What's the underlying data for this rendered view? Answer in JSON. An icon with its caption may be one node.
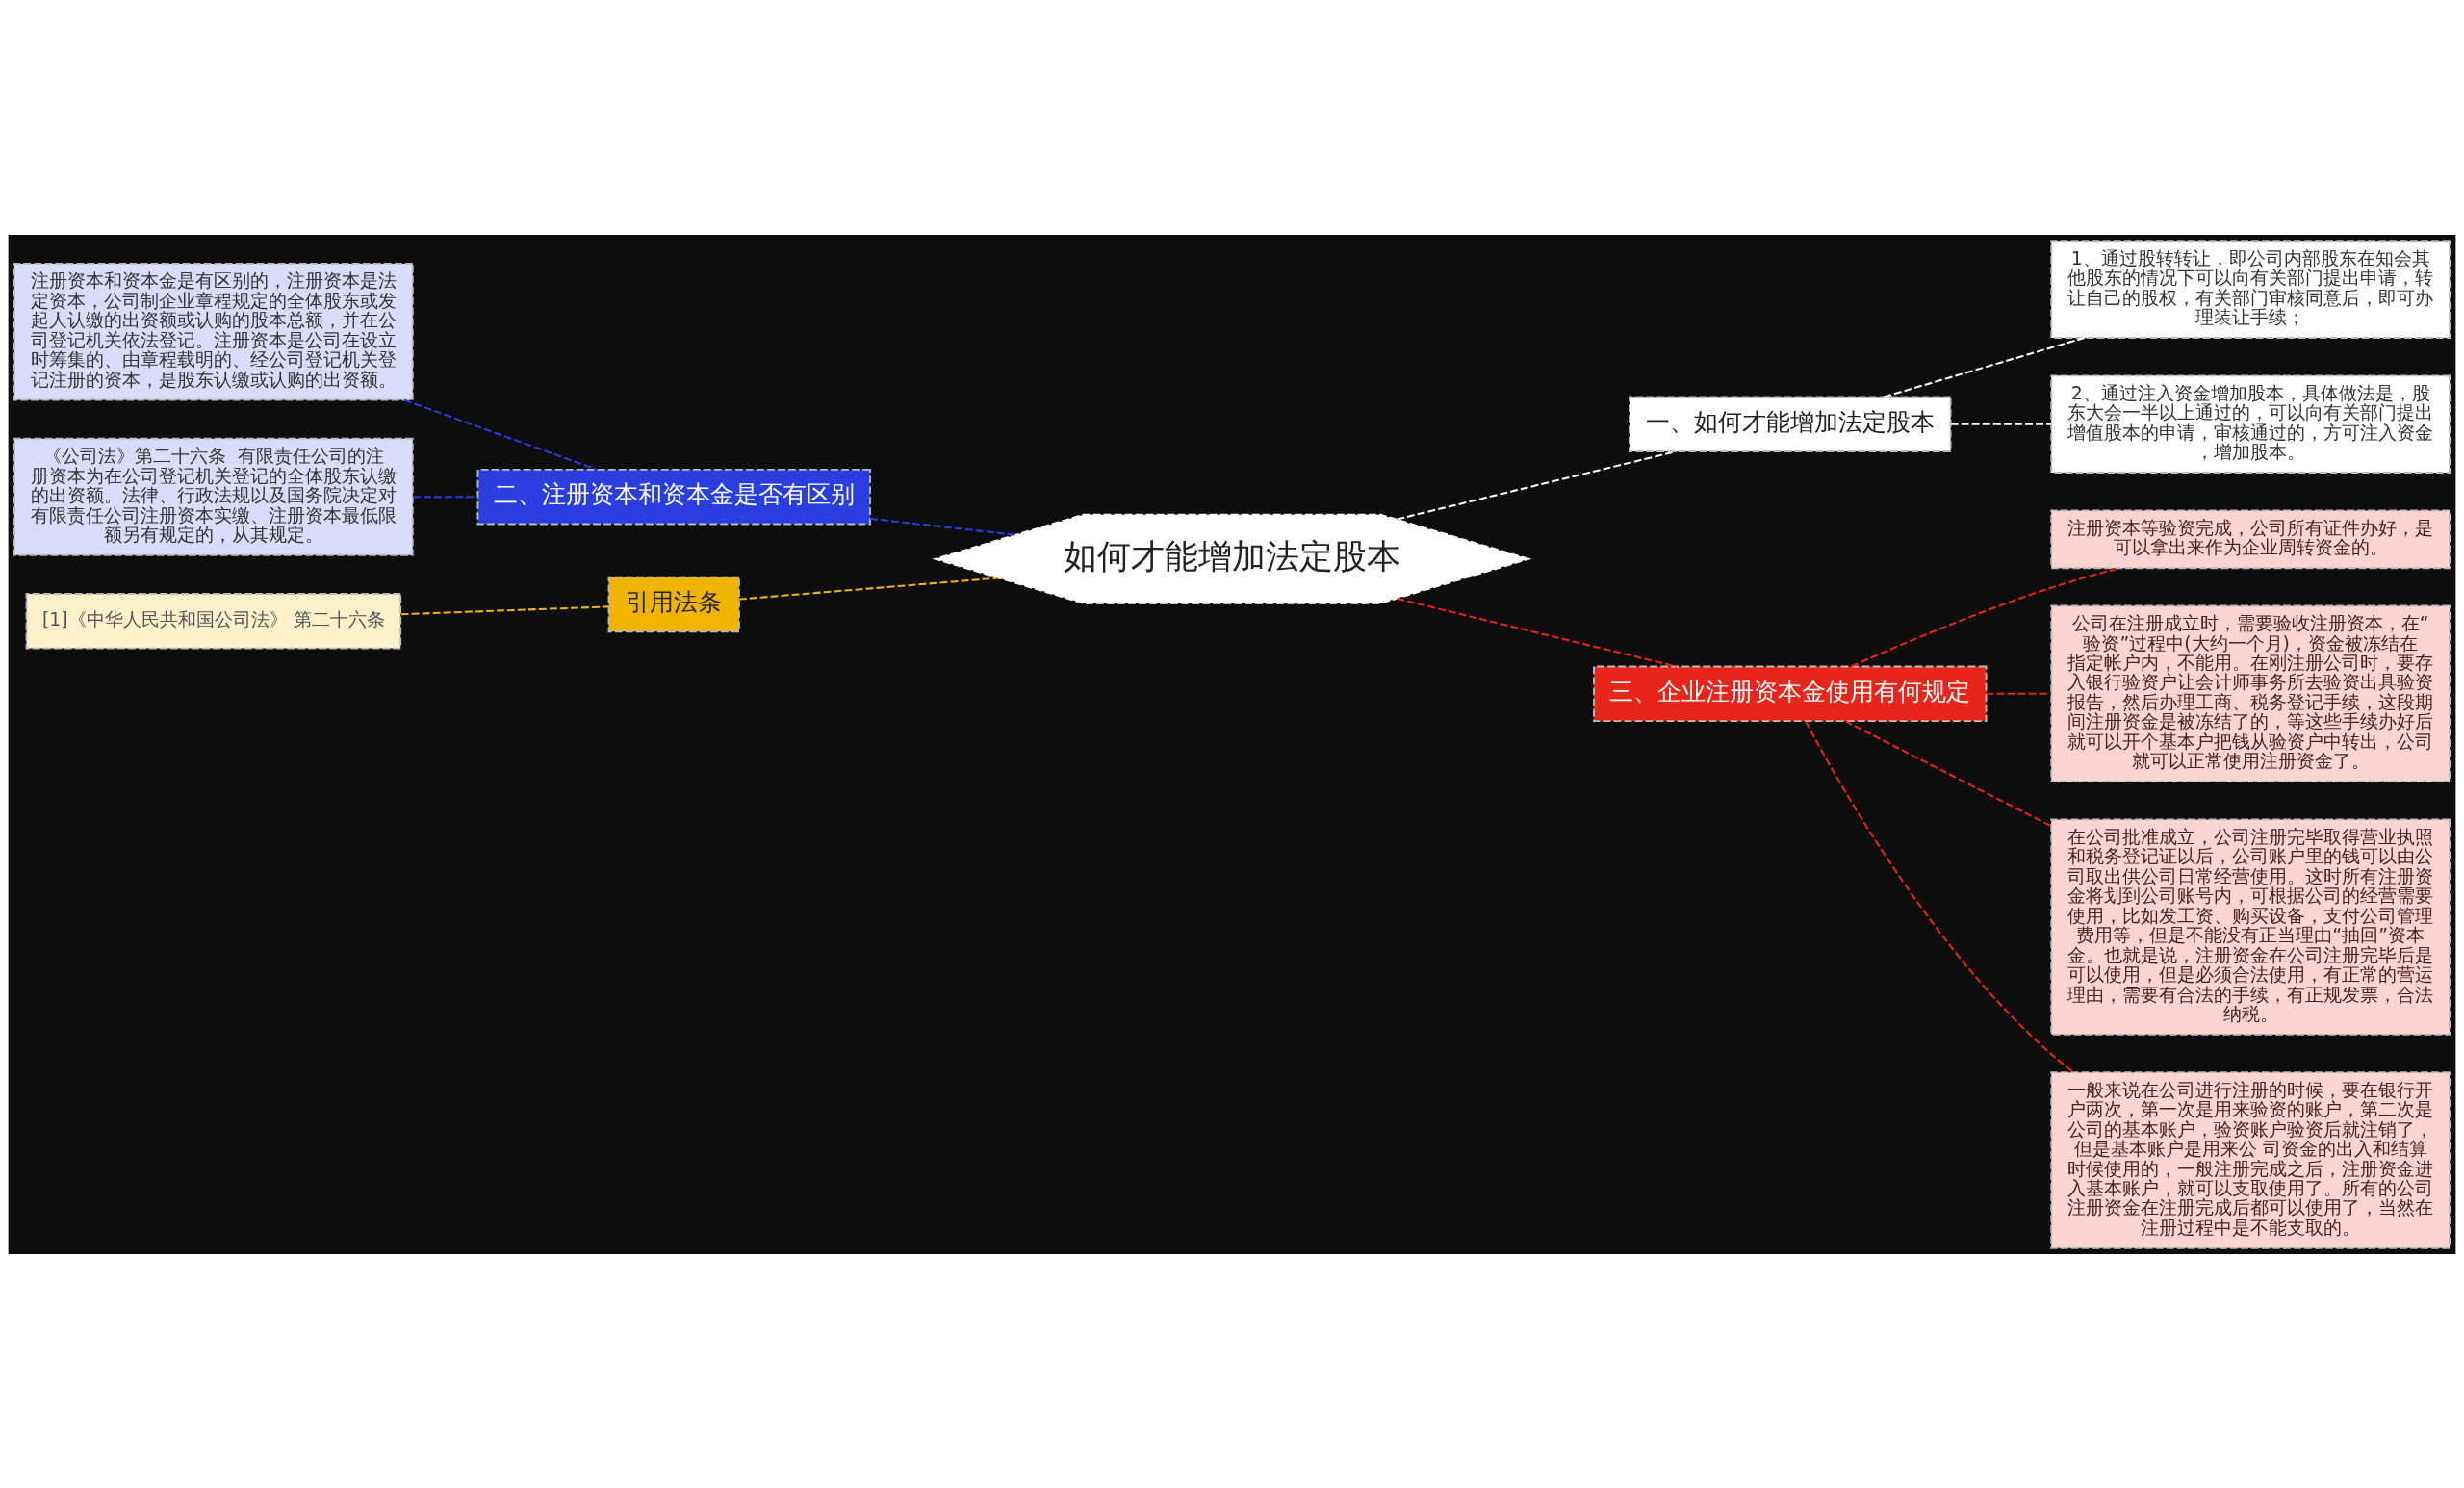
{
  "diagram": {
    "nodes": [
      {
        "text": [
          "如何才能增加法定股本"
        ]
      },
      {
        "text": [
          "一、如何才能增加法定股本"
        ]
      },
      {
        "text": [
          "1、通过股转转让，即公司内部股东在知会其他股东的情况下可以向有关部门提出申请，转让自己的股权，有关部门审核同意后，即可办理装让手续；"
        ]
      },
      {
        "text": [
          "2、通过注入资金增加股本，具体做法是，股东大会一半以上通过的，可以向有关部门提出增值股本的申请，审核通过的，方可注入资金，增加股本。"
        ]
      },
      {
        "text": [
          "二、注册资本和资本金是否有区别"
        ]
      },
      {
        "text": [
          "注册资本和资本金是有区别的，注册资本是法定资本，公司制企业章程规定的全体股东或发起人认缴的出资额或认购的股本总额，并在公司登记机关依法登记。注册资本是公司在设立时筹集的、由章程载明的、经公司登记机关登记注册的资本，是股东认缴或认购的出资额。"
        ]
      },
      {
        "text": [
          "《公司法》第二十六条  有限责任公司的注册资本为在公司登记机关登记的全体股东认缴的出资额。法律、行政法规以及国务院决定对有限责任公司注册资本实缴、注册资本最低限额另有规定的，从其规定。"
        ]
      },
      {
        "text": [
          "引用法条"
        ]
      },
      {
        "text": [
          "[1]《中华人民共和国公司法》 第二十六条"
        ]
      },
      {
        "text": [
          "三、企业注册资本金使用有何规定"
        ]
      },
      {
        "text": [
          "注册资本等验资完成，公司所有证件办好，是可以拿出来作为企业周转资金的。"
        ]
      },
      {
        "text": [
          "公司在注册成立时，需要验收注册资本，在“验资”过程中(大约一个月)，资金被冻结在指定帐户内，不能用。在刚注册公司时，要存入银行验资户让会计师事务所去验资出具验资报告，然后办理工商、税务登记手续，这段期间注册资金是被冻结了的，等这些手续办好后就可以开个基本户把钱从验资户中转出，公司就可以正常使用注册资金了。"
        ]
      },
      {
        "text": [
          "在公司批准成立，公司注册完毕取得营业执照和税务登记证以后，公司账户里的钱可以由公司取出供公司日常经营使用。这时所有注册资金将划到公司账号内，可根据公司的经营需要使用，比如发工资、购买设备，支付公司管理费用等，但是不能没有正当理由“抽回”资本金。也就是说，注册资金在公司注册完毕后是可以使用，但是必须合法使用，有正常的营运理由，需要有合法的手续，有正规发票，合法纳税。"
        ]
      },
      {
        "text": [
          "一般来说在公司进行注册的时候，要在银行开户两次，第一次是用来验资的账户，第二次是公司的基本账户，验资账户验资后就注销了，但是基本账户是用来公 司资金的出入和结算时候使用的，一般注册完成之后，注册资金进入基本账户，就可以支取使用了。所有的公司注册资金在注册完成后都可以使用了，当然在注册过程中是不能支取的。"
        ]
      }
    ],
    "edges": [
      {
        "from": 0,
        "to": 1,
        "arrow": "none",
        "style": "dashed",
        "color": "#ffffff"
      },
      {
        "from": 1,
        "to": 2,
        "arrow": "none",
        "style": "dashed",
        "color": "#ffffff"
      },
      {
        "from": 1,
        "to": 3,
        "arrow": "none",
        "style": "dashed",
        "color": "#ffffff"
      },
      {
        "from": 0,
        "to": 4,
        "arrow": "none",
        "style": "dashed",
        "color": "#2a3ee0"
      },
      {
        "from": 4,
        "to": 5,
        "arrow": "none",
        "style": "dashed",
        "color": "#2a3ee0"
      },
      {
        "from": 4,
        "to": 6,
        "arrow": "none",
        "style": "dashed",
        "color": "#2a3ee0"
      },
      {
        "from": 0,
        "to": 7,
        "arrow": "none",
        "style": "dashed",
        "color": "#f0b400"
      },
      {
        "from": 7,
        "to": 8,
        "arrow": "none",
        "style": "dashed",
        "color": "#f0b400"
      },
      {
        "from": 0,
        "to": 9,
        "arrow": "none",
        "style": "dashed",
        "color": "#e8251a"
      },
      {
        "from": 9,
        "to": 10,
        "arrow": "none",
        "style": "dashed",
        "color": "#e8251a"
      },
      {
        "from": 9,
        "to": 11,
        "arrow": "none",
        "style": "dashed",
        "color": "#e8251a"
      },
      {
        "from": 9,
        "to": 12,
        "arrow": "none",
        "style": "dashed",
        "color": "#e8251a"
      },
      {
        "from": 9,
        "to": 13,
        "arrow": "none",
        "style": "dashed",
        "color": "#e8251a"
      }
    ]
  }
}
